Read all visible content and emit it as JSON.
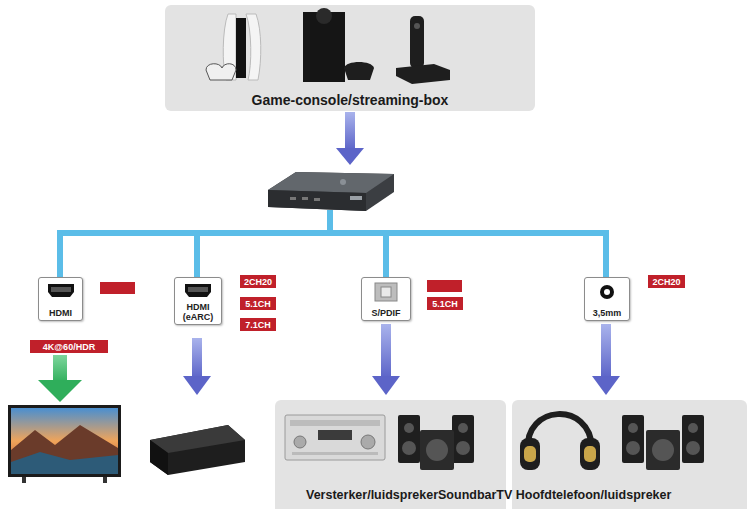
{
  "diagram": {
    "nodes": [
      {
        "text": [
          "Game-console/streaming-box"
        ]
      },
      {
        "text": [
          "HDMI"
        ]
      },
      {
        "text": [
          "4K@60/HDR"
        ]
      },
      {
        "text": [
          "HDMI (eARC)"
        ]
      },
      {
        "text": [
          "2CH20"
        ]
      },
      {
        "text": [
          "5.1CH"
        ]
      },
      {
        "text": [
          "7.1CH"
        ]
      },
      {
        "text": [
          "S/PDIF"
        ]
      },
      {
        "text": [
          "5.1CH"
        ]
      },
      {
        "text": [
          "3,5mm"
        ]
      },
      {
        "text": [
          "2CH20"
        ]
      }
    ],
    "labels": [
      "Versterker/luidsprekerSoundbarTV Hoofdtelefoon/luidspreker"
    ]
  }
}
